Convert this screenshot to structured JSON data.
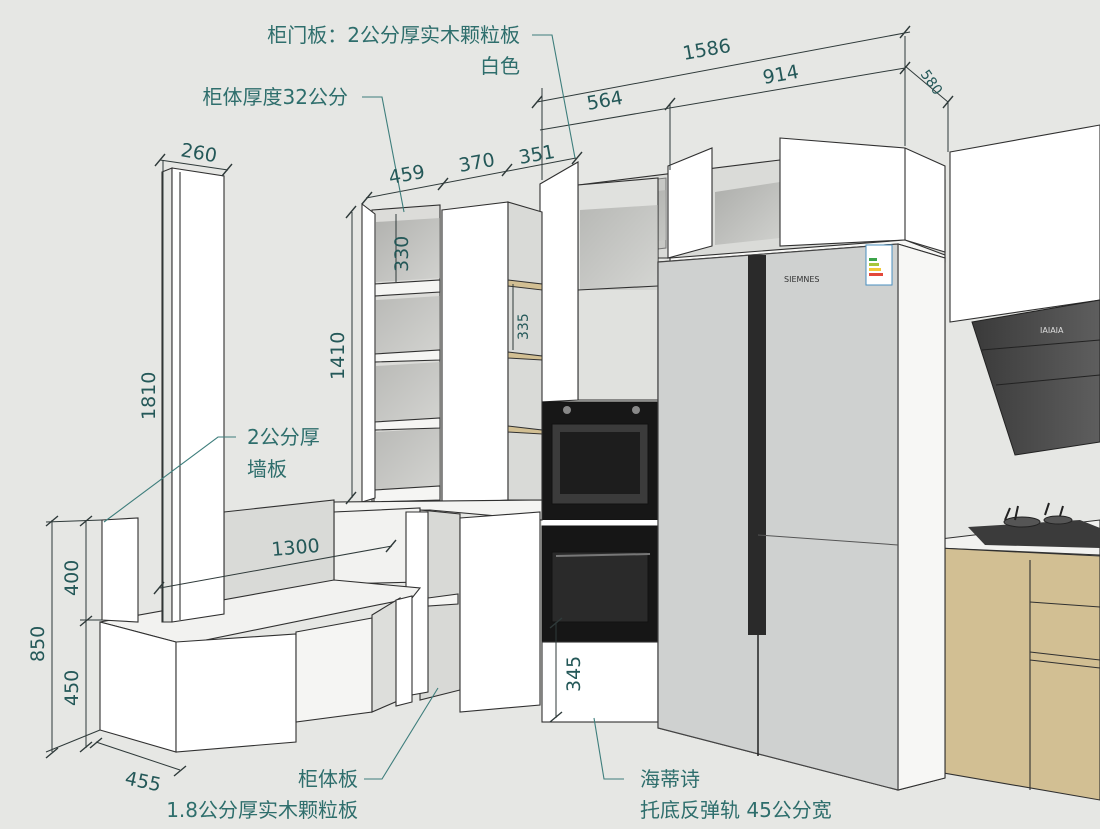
{
  "annotations": {
    "door_panel_line1": "柜门板：2公分厚实木颗粒板",
    "door_panel_line2": "白色",
    "body_thickness": "柜体厚度32公分",
    "wall_panel_line1": "2公分厚",
    "wall_panel_line2": "墙板",
    "body_panel_line1": "柜体板",
    "body_panel_line2": "1.8公分厚实木颗粒板",
    "rail_line1": "海蒂诗",
    "rail_line2": "托底反弹轨 45公分宽"
  },
  "dimensions": {
    "total_width": "1586",
    "fridge_width": "914",
    "fridge_depth": "580",
    "oven_column": "564",
    "tall_depth": "260",
    "tall_height": "1810",
    "shelf_a": "459",
    "shelf_b": "370",
    "shelf_c": "351",
    "shelf_gap_a": "330",
    "shelf_gap_b": "335",
    "upper_height": "1410",
    "counter_length": "1300",
    "wall_panel_h": "400",
    "base_h": "450",
    "total_h": "850",
    "base_depth": "455",
    "plinth_h": "345"
  },
  "appliances": {
    "fridge_brand": "SIEMNES",
    "hood_marking": "IAIAIA"
  },
  "colors": {
    "background": "#e6e7e4",
    "annotation": "#2e6e6c",
    "dimension": "#245858",
    "wood": "#d2bf93",
    "fridge": "#cfd1d0"
  }
}
